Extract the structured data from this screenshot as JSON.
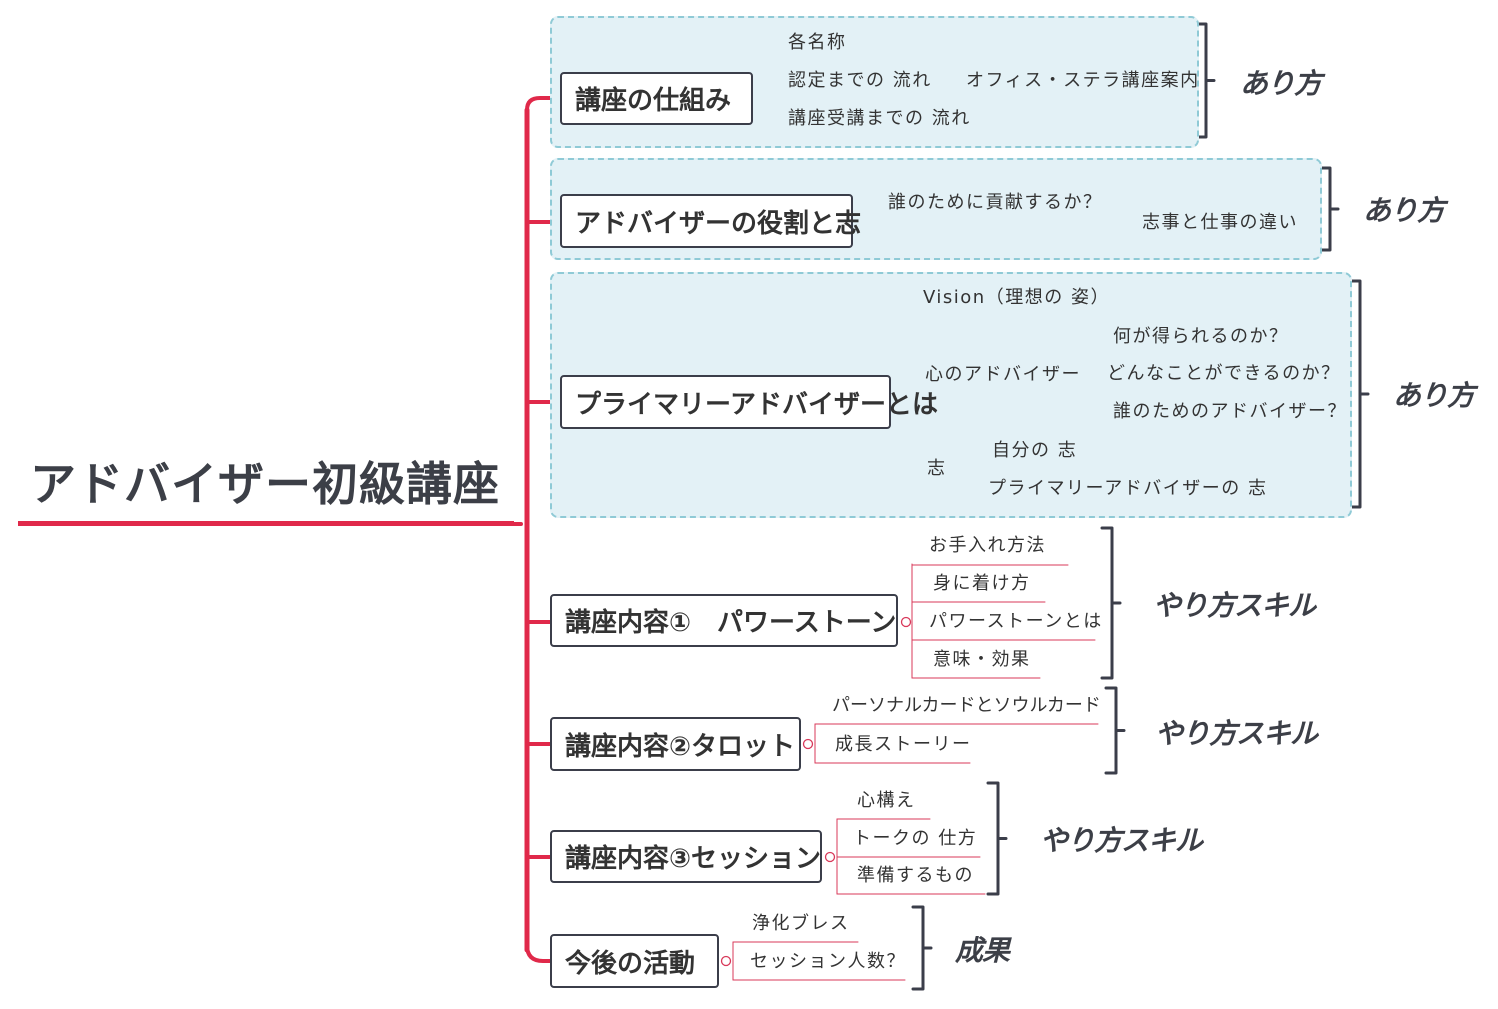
{
  "root": {
    "title": "アドバイザー初級講座"
  },
  "topics": [
    {
      "label": "講座の仕組み",
      "tag": "あり方",
      "children": [
        {
          "label": "各名称"
        },
        {
          "label": "認定までの 流れ",
          "children": [
            {
              "label": "オフィス・ステラ講座案内"
            }
          ]
        },
        {
          "label": "講座受講までの 流れ"
        }
      ]
    },
    {
      "label": "アドバイザーの役割と志",
      "tag": "あり方",
      "children": [
        {
          "label": "誰のために貢献するか？",
          "children": [
            {
              "label": "志事と仕事の違い"
            }
          ]
        }
      ]
    },
    {
      "label": "プライマリーアドバイザーとは",
      "tag": "あり方",
      "children": [
        {
          "label": "Vision（理想の 姿）"
        },
        {
          "label": "心のアドバイザー",
          "children": [
            {
              "label": "何が得られるのか？"
            },
            {
              "label": "どんなことができるのか？"
            },
            {
              "label": "誰のためのアドバイザー？"
            }
          ]
        },
        {
          "label": "志",
          "children": [
            {
              "label": "自分の 志"
            },
            {
              "label": "プライマリーアドバイザーの 志"
            }
          ]
        }
      ]
    },
    {
      "label": "講座内容①　パワーストーン",
      "tag": "やり方スキル",
      "children": [
        {
          "label": "お手入れ方法"
        },
        {
          "label": "身に着け方"
        },
        {
          "label": "パワーストーンとは"
        },
        {
          "label": "意味・効果"
        }
      ]
    },
    {
      "label": "講座内容②タロット",
      "tag": "やり方スキル",
      "children": [
        {
          "label": "パーソナルカードとソウルカード"
        },
        {
          "label": "成長ストーリー"
        }
      ]
    },
    {
      "label": "講座内容③セッション",
      "tag": "やり方スキル",
      "children": [
        {
          "label": "心構え"
        },
        {
          "label": "トークの 仕方"
        },
        {
          "label": "準備するもの"
        }
      ]
    },
    {
      "label": "今後の活動",
      "tag": "成果",
      "children": [
        {
          "label": "浄化ブレス"
        },
        {
          "label": "セッション人数？"
        }
      ]
    }
  ],
  "colors": {
    "trunk": "#e0294a",
    "branch": "#d8395a",
    "box_border": "#3b3e4a",
    "group_fill": "#e3f1f6",
    "group_border": "#8fcad6",
    "bracket": "#3b3e4a"
  }
}
